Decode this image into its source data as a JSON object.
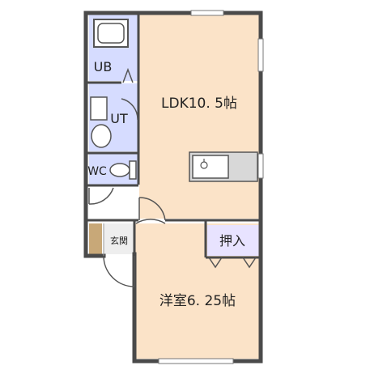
{
  "rooms": {
    "ldk": {
      "label": "LDK10. 5帖"
    },
    "western": {
      "label": "洋室6. 25帖"
    },
    "bath": {
      "label": "UB"
    },
    "utility": {
      "label": "UT"
    },
    "toilet": {
      "label": "WC"
    },
    "entrance": {
      "label": "玄関"
    },
    "closet": {
      "label": "押入"
    }
  },
  "colors": {
    "wall": "#4a4a4a",
    "ldk_floor": "#fbe3c8",
    "western_floor": "#fbe3c8",
    "wet_area": "#d6dcff",
    "closet": "#e8e3ff",
    "entrance_floor": "#eeeeee",
    "genkan_storage": "#c8a878"
  }
}
